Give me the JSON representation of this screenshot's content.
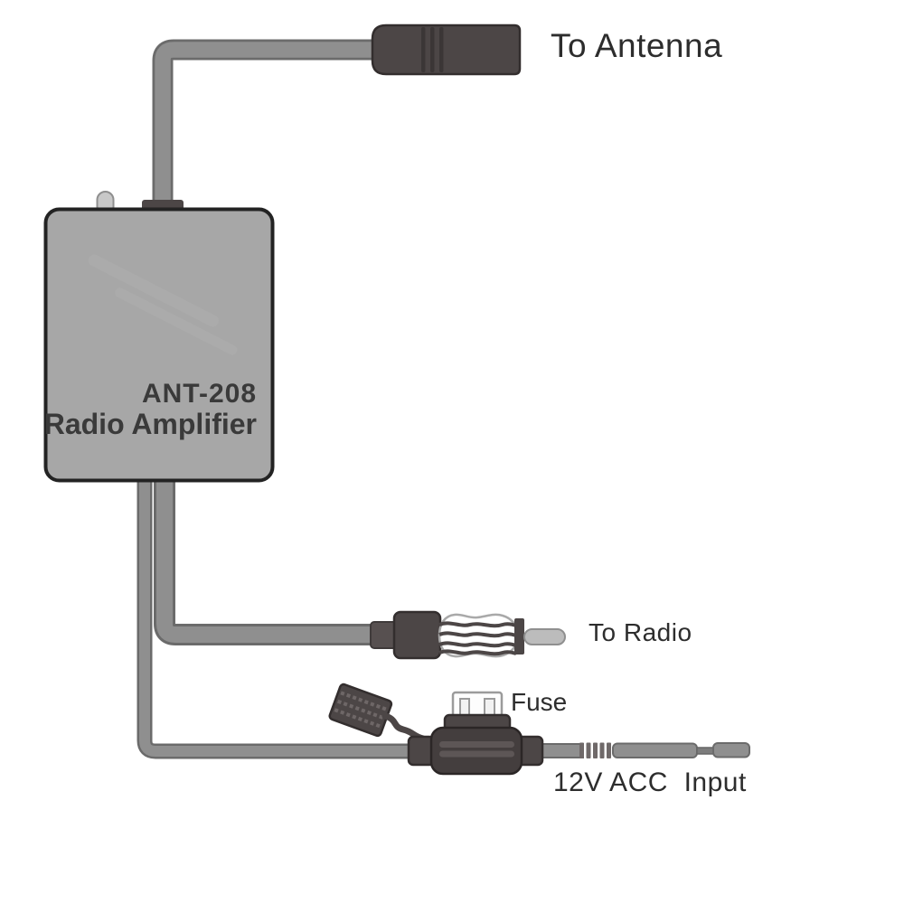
{
  "device": {
    "model": "ANT-208",
    "name": "Radio Amplifier"
  },
  "labels": {
    "antenna": "To Antenna",
    "radio": "To Radio",
    "fuse": "Fuse",
    "power_input": "12V ACC  Input"
  },
  "colors": {
    "cable": "#8f8f8f",
    "cable_edge": "#6b6b6b",
    "connector_dark": "#4c4646",
    "connector_dark_edge": "#332e2e",
    "holder_body": "#443e3e",
    "box_fill": "#a7a7a7",
    "box_border": "#232323",
    "pin_tip": "#bcbcbc",
    "text": "#2d2d2d",
    "box_text": "#3a3a3a"
  }
}
